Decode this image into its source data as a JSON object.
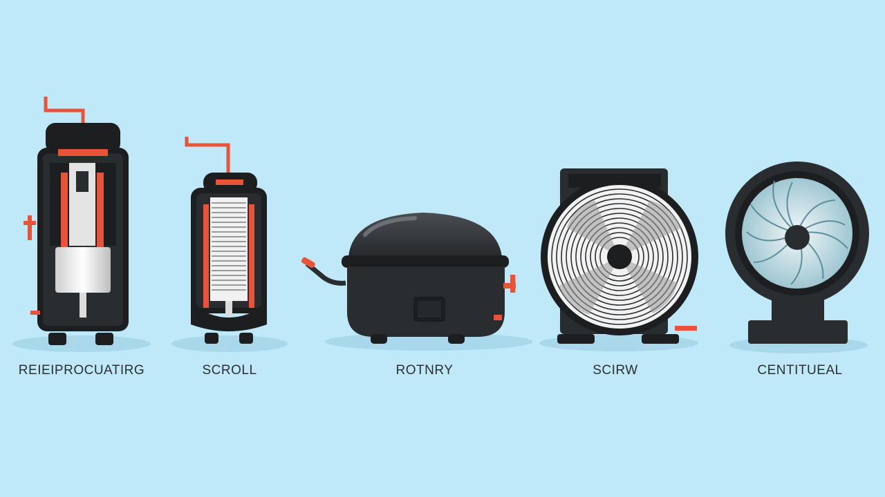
{
  "colors": {
    "background": "#bfe9f8",
    "body": "#2a2d30",
    "body_dark": "#1c1e20",
    "accent": "#e8533a",
    "metal": "#e6e6e6",
    "shadow": "#a9d8eb",
    "label": "#2b2f33"
  },
  "compressors": [
    {
      "id": "reciprocating",
      "label": "REIEIPROCUATIRG",
      "icon": "reciprocating-compressor-icon"
    },
    {
      "id": "scroll",
      "label": "SCROLL",
      "icon": "scroll-compressor-icon"
    },
    {
      "id": "rotary",
      "label": "ROTNRY",
      "icon": "rotary-compressor-icon"
    },
    {
      "id": "screw",
      "label": "SCIRW",
      "icon": "screw-compressor-icon"
    },
    {
      "id": "centrifugal",
      "label": "CENTITUEAL",
      "icon": "centrifugal-compressor-icon"
    }
  ]
}
